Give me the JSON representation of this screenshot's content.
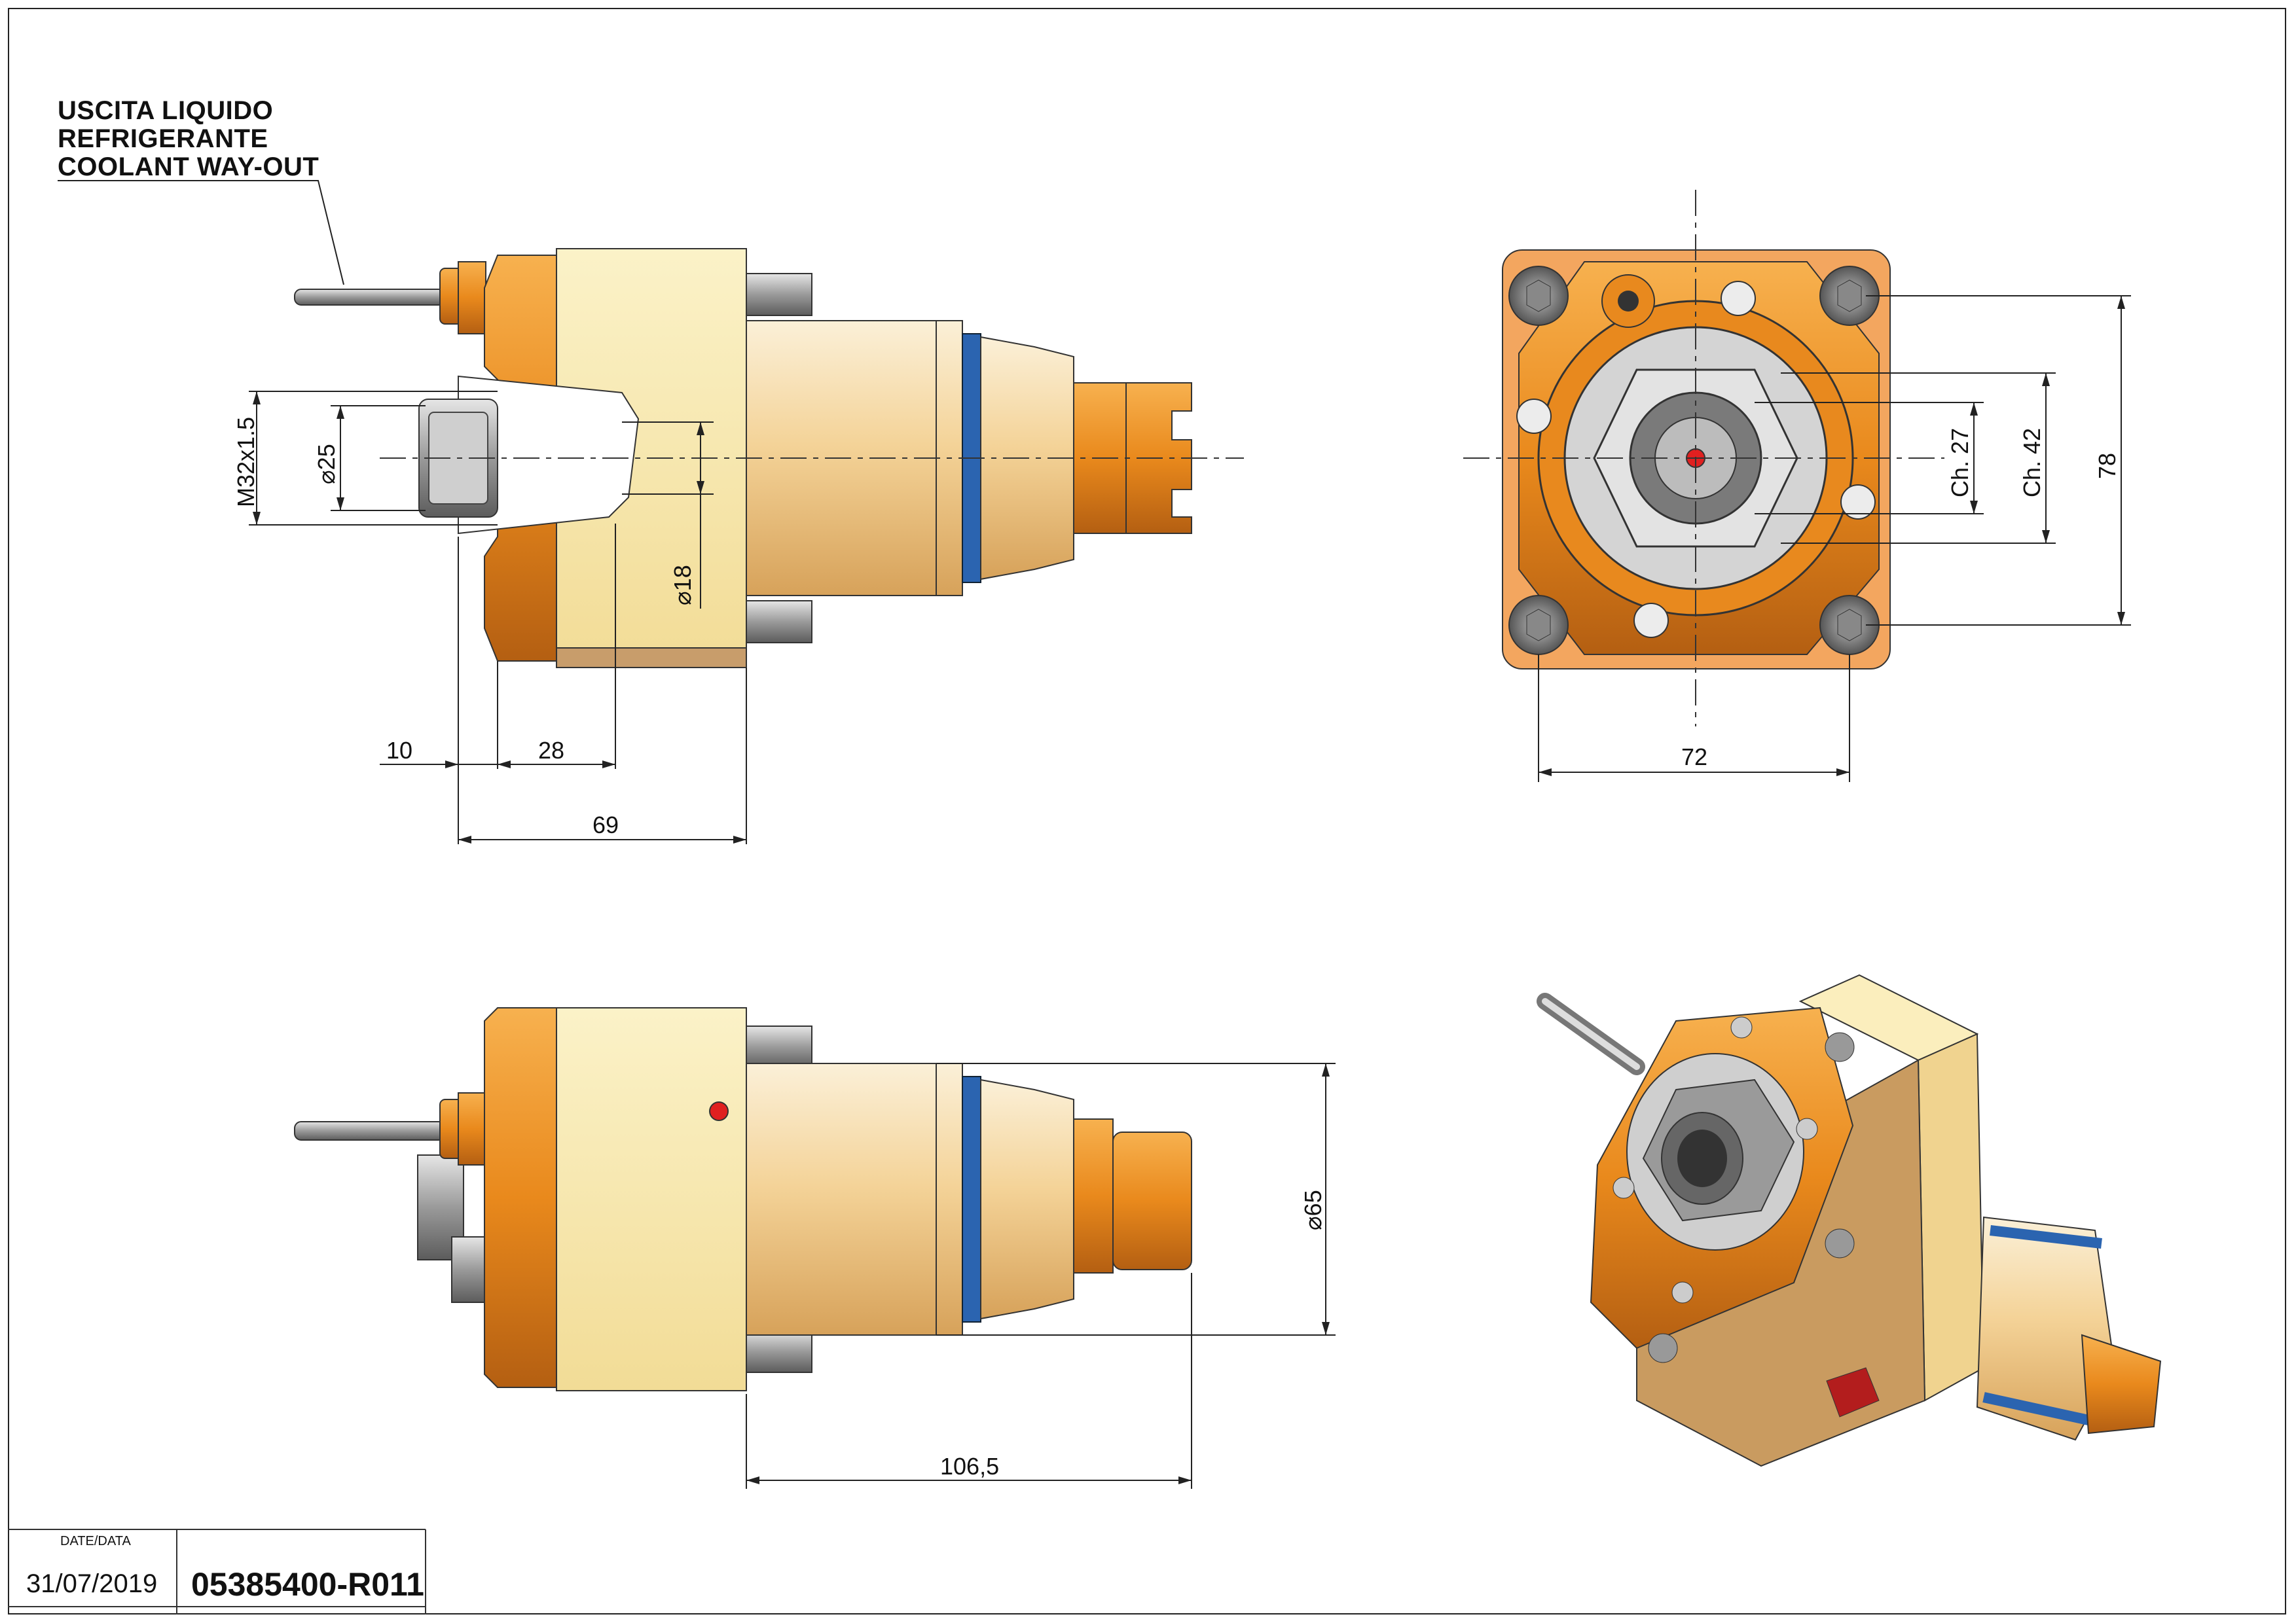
{
  "coolant_note": {
    "line1": "USCITA LIQUIDO",
    "line2": "REFRIGERANTE",
    "line3": "COOLANT WAY-OUT"
  },
  "dimensions": {
    "thread": "M32x1.5",
    "d25": "25",
    "d18": "18",
    "len10": "10",
    "len28": "28",
    "len69": "69",
    "ch27": "Ch. 27",
    "ch42": "Ch. 42",
    "h78": "78",
    "w72": "72",
    "d65": "65",
    "len106": "106,5"
  },
  "title_block": {
    "date_label": "DATE/DATA",
    "date": "31/07/2019",
    "code": "05385400-R011"
  },
  "colors": {
    "orange": "#e8891e",
    "body_cream": "#f6e6a6",
    "spindle_gold": "#f3cf8a",
    "oring_blue": "#2b64b0",
    "line": "#222222"
  }
}
